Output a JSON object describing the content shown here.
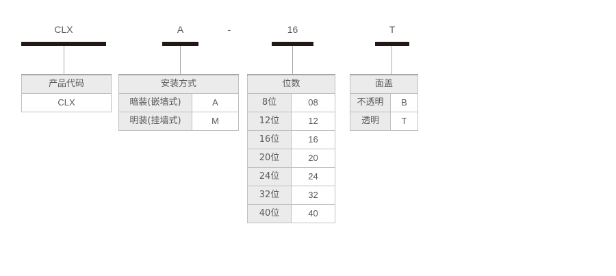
{
  "model_code": {
    "segments": [
      {
        "label": "CLX",
        "name": "product-code"
      },
      {
        "label": "A",
        "name": "mounting-type"
      },
      {
        "label": "16",
        "name": "position-count"
      },
      {
        "label": "T",
        "name": "face-cover"
      }
    ],
    "separator": "-"
  },
  "legends": [
    {
      "title": "产品代码",
      "single_column": true,
      "rows": [
        {
          "name": "CLX"
        }
      ]
    },
    {
      "title": "安装方式",
      "single_column": false,
      "rows": [
        {
          "name": "暗装(嵌墙式)",
          "code": "A"
        },
        {
          "name": "明装(挂墙式)",
          "code": "M"
        }
      ]
    },
    {
      "title": "位数",
      "single_column": false,
      "rows": [
        {
          "name": "8位",
          "code": "08"
        },
        {
          "name": "12位",
          "code": "12"
        },
        {
          "name": "16位",
          "code": "16"
        },
        {
          "name": "20位",
          "code": "20"
        },
        {
          "name": "24位",
          "code": "24"
        },
        {
          "name": "32位",
          "code": "32"
        },
        {
          "name": "40位",
          "code": "40"
        }
      ]
    },
    {
      "title": "面盖",
      "single_column": false,
      "rows": [
        {
          "name": "不透明",
          "code": "B"
        },
        {
          "name": "透明",
          "code": "T"
        }
      ]
    }
  ],
  "colors": {
    "bar": "#231815",
    "text": "#595959",
    "header_fill": "#ebebeb",
    "border": "#bfbfbf",
    "connector": "#a6a6a6"
  }
}
